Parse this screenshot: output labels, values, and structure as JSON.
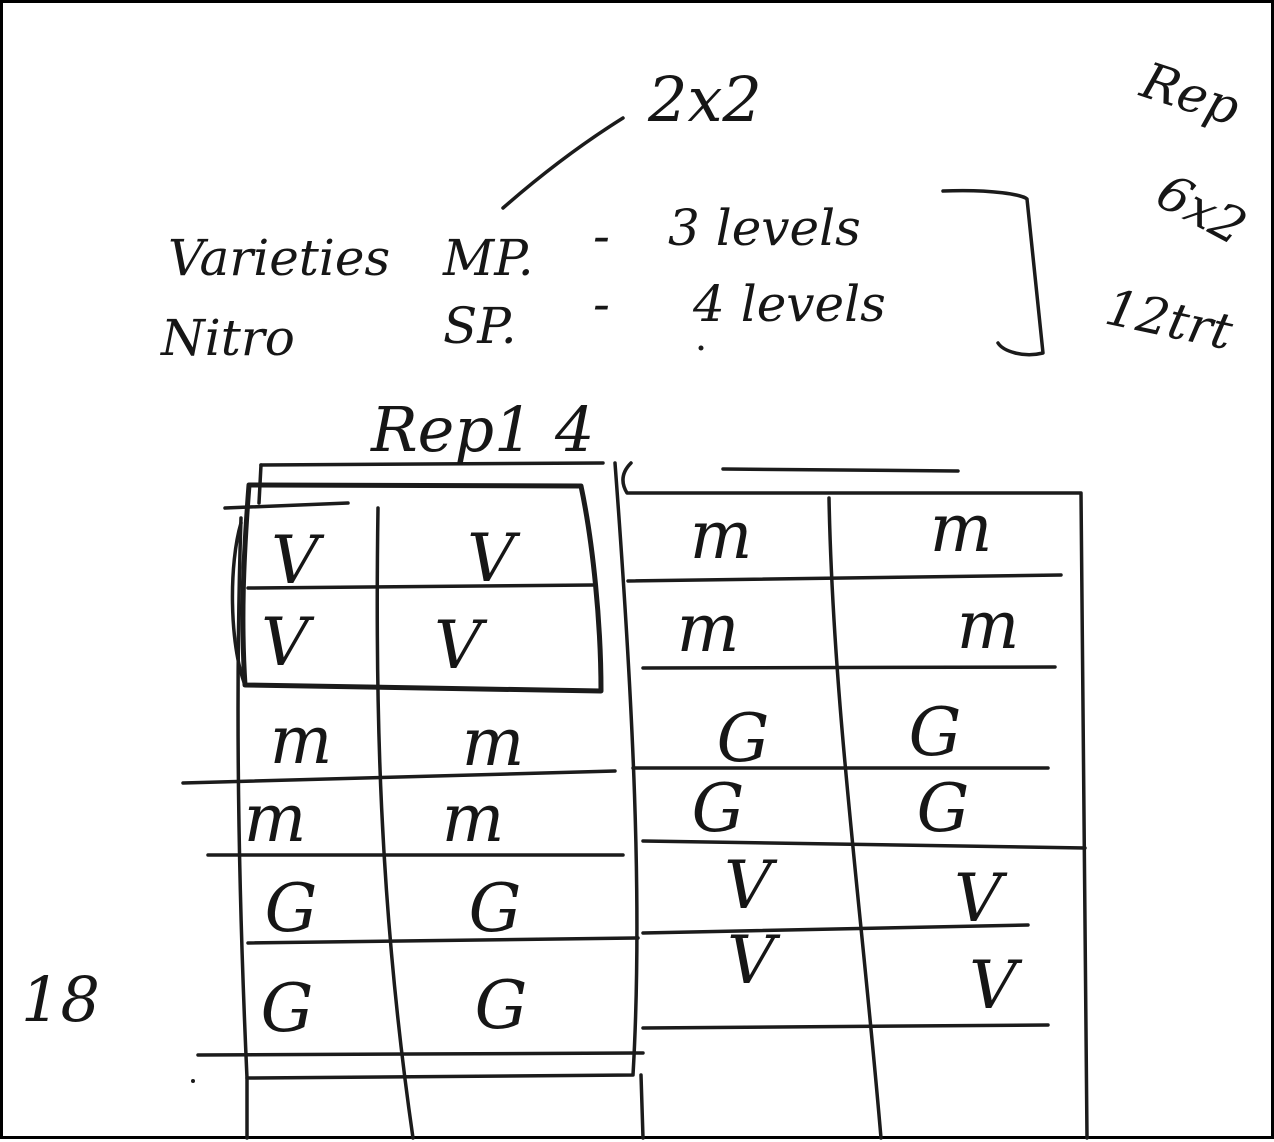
{
  "design_note": "2x2",
  "replicate_note": {
    "line1": "Rep",
    "line2": "6x2"
  },
  "factors": [
    {
      "name": "Varieties",
      "plot": "MP.",
      "dash": "-",
      "levels": "3 levels"
    },
    {
      "name": "Nitro",
      "plot": "SP.",
      "dash": "-",
      "levels": "4 levels"
    }
  ],
  "treatments_note": "12trt",
  "block_label": "Rep1",
  "block_number": "4",
  "side_count": "18",
  "left_block": {
    "rows": [
      [
        "V",
        "V"
      ],
      [
        "V",
        "V"
      ],
      [
        "m",
        "m"
      ],
      [
        "m",
        "m"
      ],
      [
        "G",
        "G"
      ],
      [
        "G",
        "G"
      ]
    ]
  },
  "right_block": {
    "rows": [
      [
        "m",
        "m"
      ],
      [
        "m",
        "m"
      ],
      [
        "G",
        "G"
      ],
      [
        "G",
        "G"
      ],
      [
        "V",
        "V"
      ],
      [
        "V",
        "V"
      ]
    ]
  }
}
